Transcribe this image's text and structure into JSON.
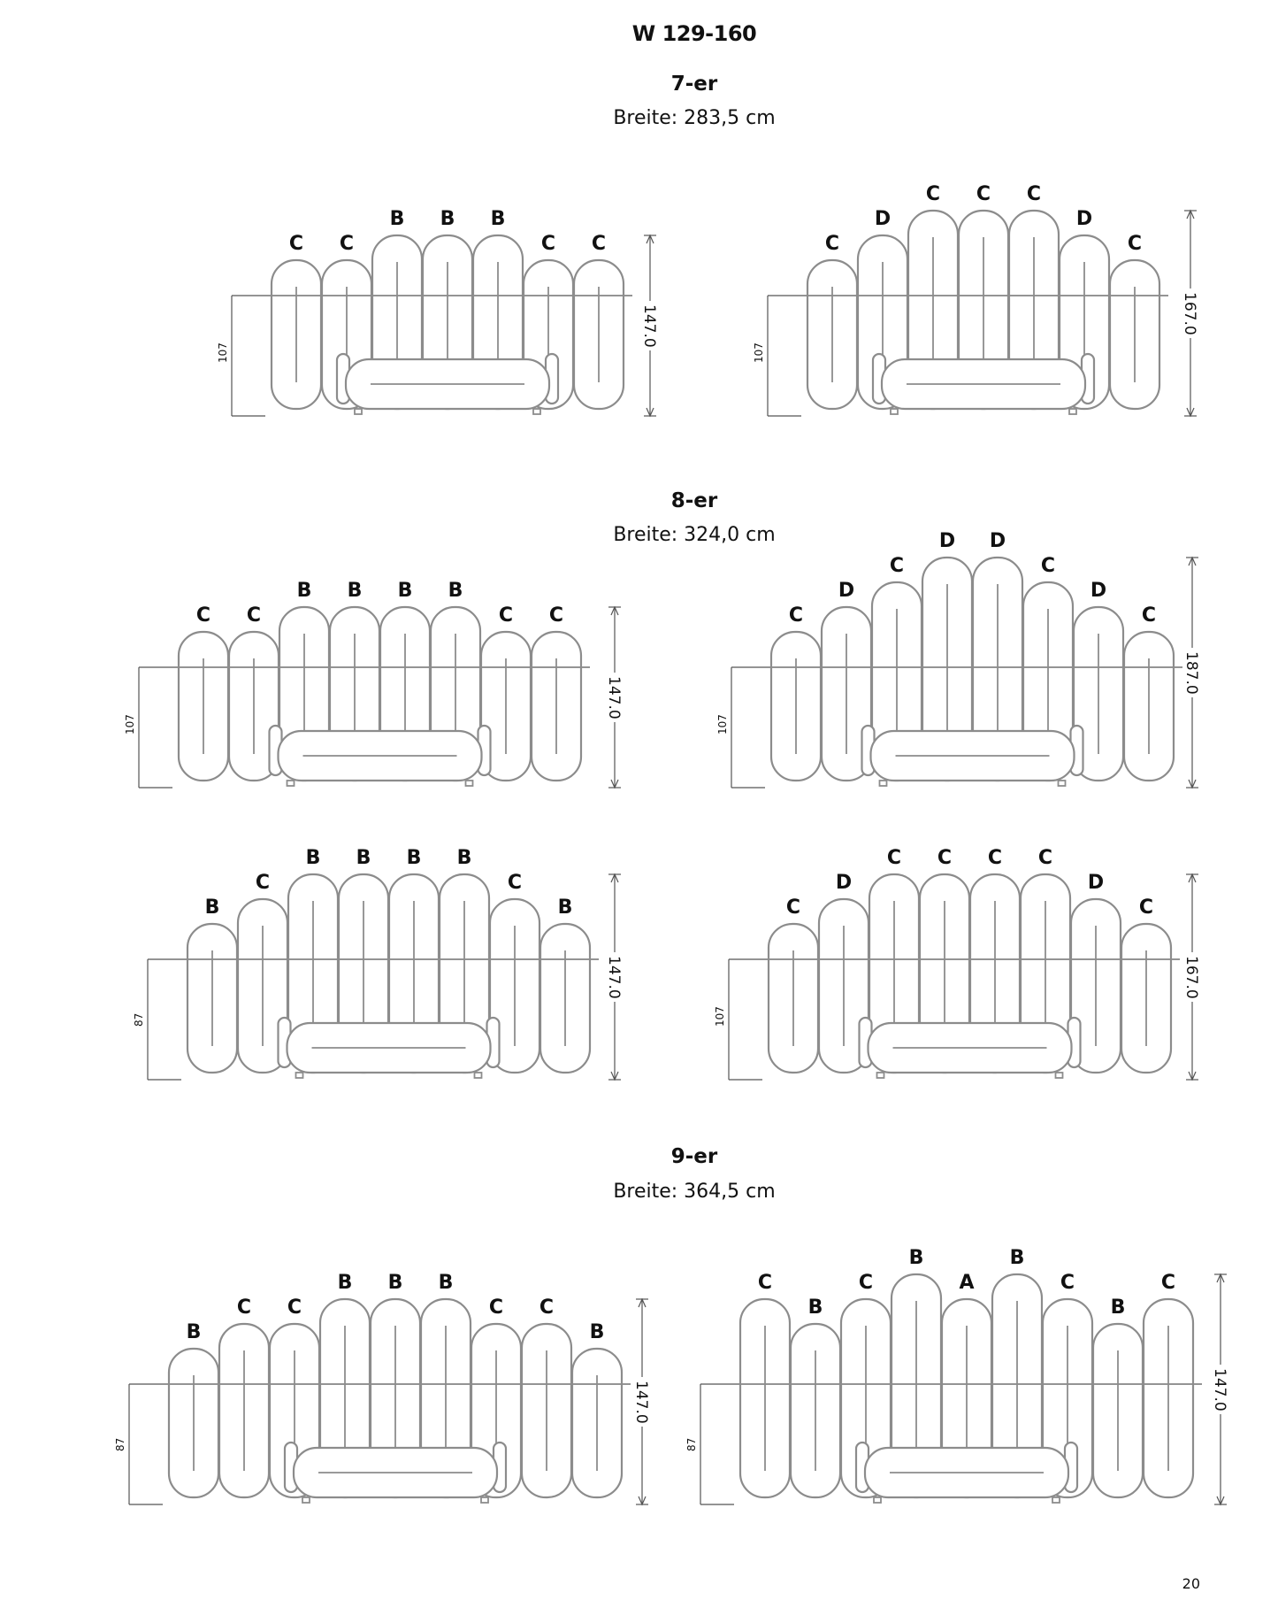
{
  "page": {
    "heading": "W 129-160",
    "number": "20"
  },
  "sections": [
    {
      "title": "7-er",
      "subtitle": "Breite: 283,5 cm",
      "diagrams": [
        {
          "labels": [
            "C",
            "C",
            "B",
            "B",
            "B",
            "C",
            "C"
          ],
          "levels": [
            0,
            0,
            1,
            1,
            1,
            0,
            0
          ],
          "height": "147.0",
          "seat_height": "107"
        },
        {
          "labels": [
            "C",
            "D",
            "C",
            "C",
            "C",
            "D",
            "C"
          ],
          "levels": [
            0,
            1,
            2,
            2,
            2,
            1,
            0
          ],
          "height": "167.0",
          "seat_height": "107"
        }
      ]
    },
    {
      "title": "8-er",
      "subtitle": "Breite: 324,0 cm",
      "diagrams": [
        {
          "labels": [
            "C",
            "C",
            "B",
            "B",
            "B",
            "B",
            "C",
            "C"
          ],
          "levels": [
            0,
            0,
            1,
            1,
            1,
            1,
            0,
            0
          ],
          "height": "147.0",
          "seat_height": "107"
        },
        {
          "labels": [
            "C",
            "D",
            "C",
            "D",
            "D",
            "C",
            "D",
            "C"
          ],
          "levels": [
            0,
            1,
            2,
            3,
            3,
            2,
            1,
            0
          ],
          "height": "187.0",
          "seat_height": "107"
        },
        {
          "labels": [
            "B",
            "C",
            "B",
            "B",
            "B",
            "B",
            "C",
            "B"
          ],
          "levels": [
            0,
            1,
            2,
            2,
            2,
            2,
            1,
            0
          ],
          "height": "147.0",
          "seat_height": "87"
        },
        {
          "labels": [
            "C",
            "D",
            "C",
            "C",
            "C",
            "C",
            "D",
            "C"
          ],
          "levels": [
            0,
            1,
            2,
            2,
            2,
            2,
            1,
            0
          ],
          "height": "167.0",
          "seat_height": "107"
        }
      ]
    },
    {
      "title": "9-er",
      "subtitle": "Breite: 364,5 cm",
      "diagrams": [
        {
          "labels": [
            "B",
            "C",
            "C",
            "B",
            "B",
            "B",
            "C",
            "C",
            "B"
          ],
          "levels": [
            0,
            1,
            1,
            2,
            2,
            2,
            1,
            1,
            0
          ],
          "height": "147.0",
          "seat_height": "87"
        },
        {
          "labels": [
            "C",
            "B",
            "C",
            "B",
            "A",
            "B",
            "C",
            "B",
            "C"
          ],
          "levels": [
            2,
            1,
            2,
            3,
            2,
            3,
            2,
            1,
            2
          ],
          "height": "147.0",
          "seat_height": "87"
        }
      ]
    }
  ]
}
